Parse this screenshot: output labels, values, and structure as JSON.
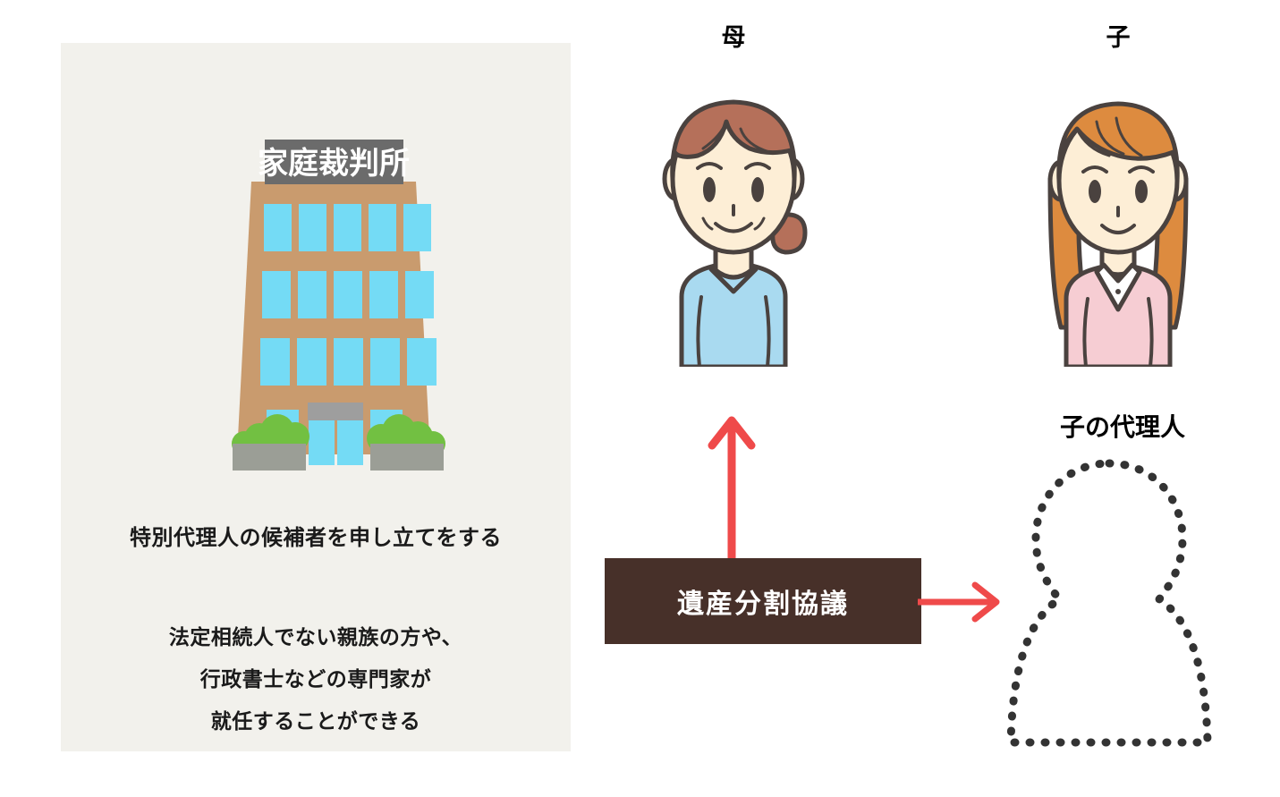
{
  "diagram": {
    "title_text_left_panel": {
      "building_sign": "家庭裁判所",
      "caption": "特別代理人の候補者を申し立てをする",
      "note_line_1": "法定相続人でない親族の方や、",
      "note_line_2": "行政書士などの専門家が",
      "note_line_3": "就任することができる"
    },
    "labels": {
      "mother": "母",
      "child": "子",
      "agent": "子の代理人"
    },
    "process_box": {
      "label": "遺産分割協議"
    },
    "colors": {
      "panel_background": "#f2f1ec",
      "building_wall": "#c99b6e",
      "building_window": "#74dbf5",
      "sign_background": "#6b6b6b",
      "sign_text": "#ffffff",
      "planter": "#9b9e96",
      "bush": "#72c042",
      "door_lintel": "#9e9e9e",
      "arrow": "#ef4a4a",
      "process_box_background": "#473029",
      "process_box_text": "#ffffff",
      "mother_hair": "#b5705a",
      "mother_top": "#a9daf0",
      "child_hair": "#dd8b3f",
      "child_top": "#f6cdd3",
      "skin": "#fdeed6",
      "outline": "#4a423f",
      "silhouette_dots": "#333333",
      "body_text": "#1a1a1a"
    }
  }
}
